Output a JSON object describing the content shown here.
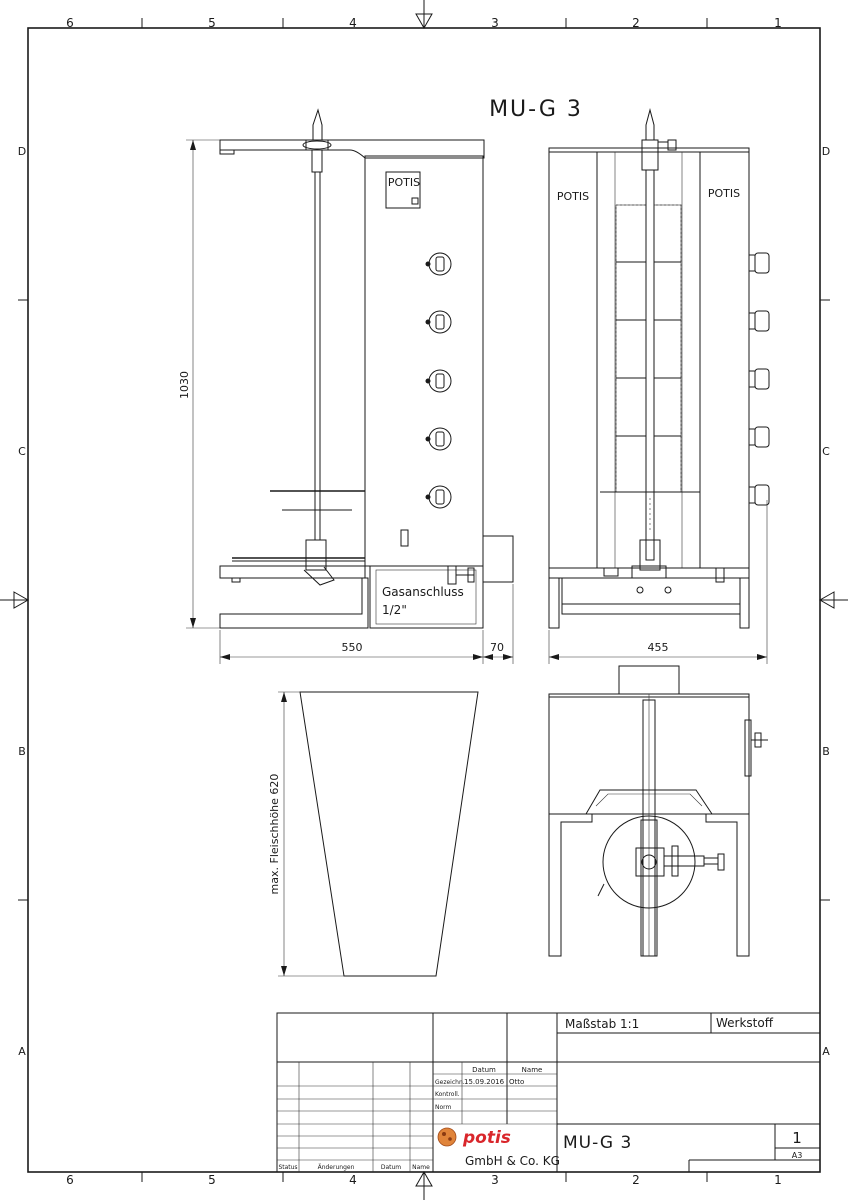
{
  "drawing": {
    "title": "MU-G 3",
    "zone_numbers": [
      "6",
      "5",
      "4",
      "3",
      "2",
      "1"
    ],
    "zone_letters": [
      "D",
      "C",
      "B",
      "A"
    ]
  },
  "side_view": {
    "brand_label": "POTIS",
    "gas_label_line1": "Gasanschluss",
    "gas_label_line2": "1/2\"",
    "dim_height": "1030",
    "dim_width": "550",
    "dim_depth_extra": "70"
  },
  "front_view": {
    "brand_left": "POTIS",
    "brand_right": "POTIS",
    "dim_width": "455"
  },
  "cone": {
    "dim_label": "max. Fleischhöhe 620"
  },
  "title_block": {
    "scale": "Maßstab 1:1",
    "material": "Werkstoff",
    "col_datum": "Datum",
    "col_name": "Name",
    "row_drawn": "Gezeichn.",
    "row_checked": "Kontroll.",
    "row_norm": "Norm",
    "drawn_date": "15.09.2016",
    "drawn_name": "Otto",
    "footer_status": "Status",
    "footer_changes": "Änderungen",
    "footer_datum": "Datum",
    "footer_name": "Name",
    "drawing_name": "MU-G 3",
    "sheet_number": "1",
    "sheet_format": "A3",
    "company_logo": "potis",
    "company_name": "GmbH & Co. KG",
    "logo_color": "#d9262b"
  }
}
